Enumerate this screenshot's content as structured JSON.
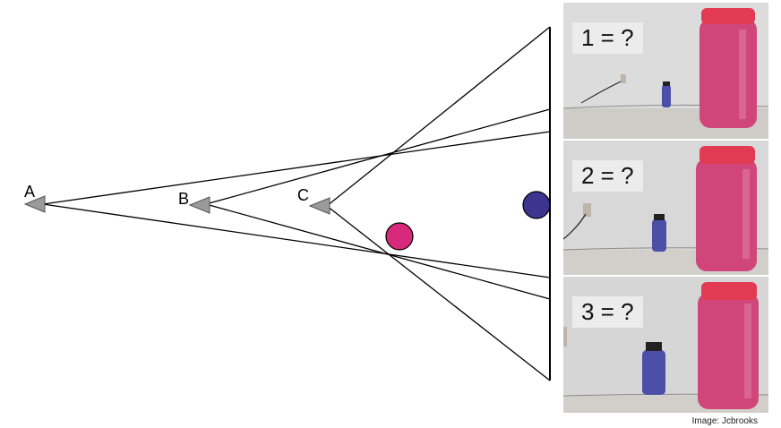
{
  "cameras": [
    {
      "id": "camera-a",
      "label": "A"
    },
    {
      "id": "camera-b",
      "label": "B"
    },
    {
      "id": "camera-c",
      "label": "C"
    }
  ],
  "objects": {
    "near_ball_color": "#d72a7a",
    "far_ball_color": "#3b3590"
  },
  "photos": [
    {
      "label": "1 = ?"
    },
    {
      "label": "2 = ?"
    },
    {
      "label": "3 = ?"
    }
  ],
  "credit": "Image: Jcbrooks"
}
